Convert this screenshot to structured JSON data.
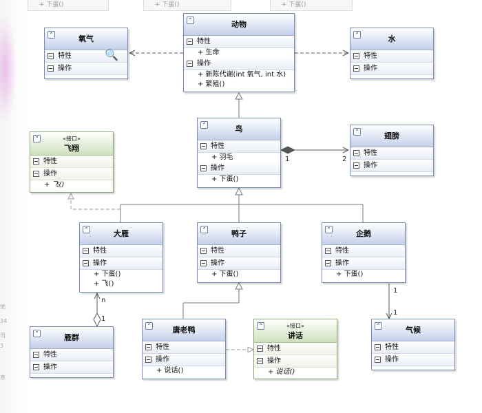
{
  "background": {
    "tabs": [
      "+ 下蛋()",
      "+ 下蛋()",
      "+ 下蛋()"
    ],
    "side_text": [
      "他",
      "34",
      "司",
      "3",
      "息"
    ]
  },
  "labels": {
    "attributes": "特性",
    "operations": "操作",
    "interface_stereotype": "«接口»"
  },
  "classes": {
    "animal": {
      "name": "动物",
      "attributes": [
        "+ 生命"
      ],
      "operations": [
        "+ 新陈代谢(int 氧气, int 水)",
        "+ 繁殖()"
      ]
    },
    "oxygen": {
      "name": "氧气"
    },
    "water": {
      "name": "水"
    },
    "bird": {
      "name": "鸟",
      "attributes": [
        "+ 羽毛"
      ],
      "operations": [
        "+ 下蛋()"
      ]
    },
    "wing": {
      "name": "翅膀"
    },
    "fly": {
      "name": "飞翔",
      "operations": [
        "+ 飞()"
      ]
    },
    "goose": {
      "name": "大雁",
      "operations": [
        "+ 下蛋()",
        "+ 飞()"
      ]
    },
    "duck": {
      "name": "鸭子",
      "operations": [
        "+ 下蛋()"
      ]
    },
    "penguin": {
      "name": "企鹅",
      "operations": [
        "+ 下蛋()"
      ]
    },
    "flock": {
      "name": "雁群"
    },
    "donald": {
      "name": "唐老鸭",
      "operations": [
        "+ 说话()"
      ]
    },
    "speak": {
      "name": "讲话",
      "operations": [
        "+ 说话()"
      ]
    },
    "climate": {
      "name": "气候"
    }
  },
  "multiplicities": {
    "bird_wing_source": "1",
    "bird_wing_target": "2",
    "flock_goose_target": "n",
    "flock_goose_source": "1",
    "penguin_climate_source": "1",
    "penguin_climate_target": "1"
  },
  "colors": {
    "class_header": "#c4d0ea",
    "interface_header": "#cfe0bd",
    "border": "#7a8db6"
  }
}
